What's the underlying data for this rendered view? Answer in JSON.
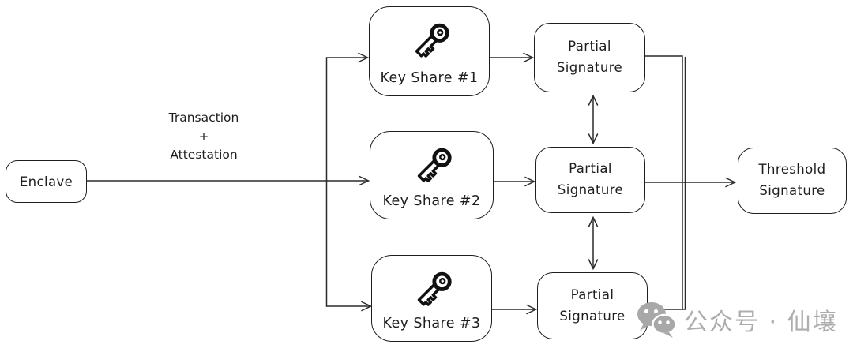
{
  "diagram": {
    "title_hint": "threshold-signature-flow",
    "colors": {
      "stroke": "#1e1e1e",
      "background": "#ffffff",
      "watermark_gray": "#adadad"
    },
    "nodes": {
      "enclave": {
        "label": "Enclave"
      },
      "key_shares": [
        {
          "icon": "key-icon",
          "label": "Key Share #1"
        },
        {
          "icon": "key-icon",
          "label": "Key Share #2"
        },
        {
          "icon": "key-icon",
          "label": "Key Share #3"
        }
      ],
      "partial_signatures": [
        {
          "label": "Partial\nSignature"
        },
        {
          "label": "Partial\nSignature"
        },
        {
          "label": "Partial\nSignature"
        }
      ],
      "threshold": {
        "label": "Threshold\nSignature"
      }
    },
    "edge_labels": {
      "transaction": {
        "text": "Transaction\n+\nAttestation"
      }
    }
  },
  "watermark": {
    "icon": "wechat-icon",
    "text": "公众号 · 仙壤"
  }
}
